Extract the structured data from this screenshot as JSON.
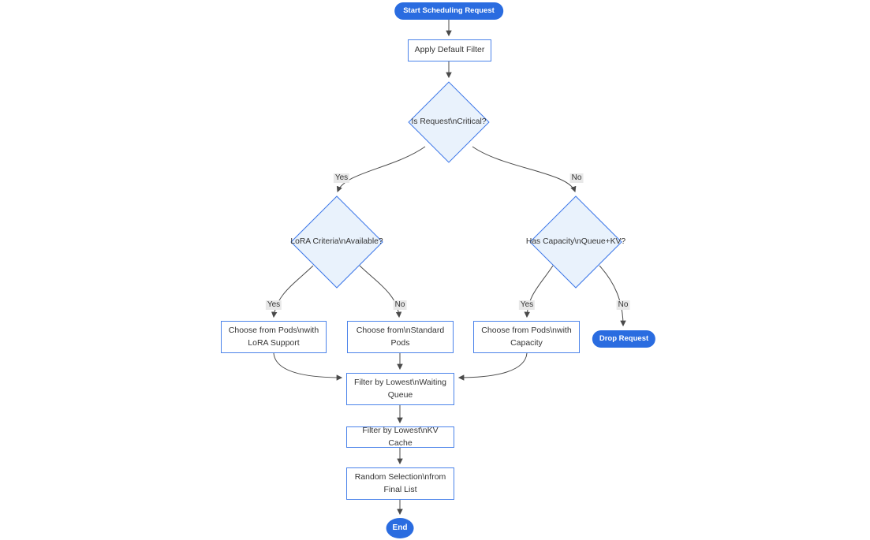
{
  "diagram": {
    "type": "flowchart",
    "direction": "top-down",
    "nodes": {
      "start": {
        "label": "Start Scheduling Request",
        "shape": "stadium"
      },
      "apply_default_filter": {
        "label": "Apply Default Filter",
        "shape": "rect"
      },
      "is_request_critical": {
        "label": "Is Request\\nCritical?",
        "shape": "diamond"
      },
      "lora_criteria_available": {
        "label": "LoRA Criteria\\nAvailable?",
        "shape": "diamond"
      },
      "has_capacity_queue_kv": {
        "label": "Has Capacity\\nQueue+KV?",
        "shape": "diamond"
      },
      "choose_lora_pods": {
        "label": "Choose from Pods\\nwith LoRA Support",
        "shape": "rect"
      },
      "choose_standard_pods": {
        "label": "Choose from\\nStandard Pods",
        "shape": "rect"
      },
      "choose_capacity_pods": {
        "label": "Choose from Pods\\nwith Capacity",
        "shape": "rect"
      },
      "drop_request": {
        "label": "Drop Request",
        "shape": "stadium"
      },
      "filter_waiting_queue": {
        "label": "Filter by Lowest\\nWaiting Queue",
        "shape": "rect"
      },
      "filter_kv_cache": {
        "label": "Filter by Lowest\\nKV Cache",
        "shape": "rect"
      },
      "random_selection": {
        "label": "Random Selection\\nfrom Final List",
        "shape": "rect"
      },
      "end": {
        "label": "End",
        "shape": "circle"
      }
    },
    "edges": [
      {
        "from": "start",
        "to": "apply_default_filter",
        "label": ""
      },
      {
        "from": "apply_default_filter",
        "to": "is_request_critical",
        "label": ""
      },
      {
        "from": "is_request_critical",
        "to": "lora_criteria_available",
        "label": "Yes"
      },
      {
        "from": "is_request_critical",
        "to": "has_capacity_queue_kv",
        "label": "No"
      },
      {
        "from": "lora_criteria_available",
        "to": "choose_lora_pods",
        "label": "Yes"
      },
      {
        "from": "lora_criteria_available",
        "to": "choose_standard_pods",
        "label": "No"
      },
      {
        "from": "has_capacity_queue_kv",
        "to": "choose_capacity_pods",
        "label": "Yes"
      },
      {
        "from": "has_capacity_queue_kv",
        "to": "drop_request",
        "label": "No"
      },
      {
        "from": "choose_lora_pods",
        "to": "filter_waiting_queue",
        "label": ""
      },
      {
        "from": "choose_standard_pods",
        "to": "filter_waiting_queue",
        "label": ""
      },
      {
        "from": "choose_capacity_pods",
        "to": "filter_waiting_queue",
        "label": ""
      },
      {
        "from": "filter_waiting_queue",
        "to": "filter_kv_cache",
        "label": ""
      },
      {
        "from": "filter_kv_cache",
        "to": "random_selection",
        "label": ""
      },
      {
        "from": "random_selection",
        "to": "end",
        "label": ""
      }
    ],
    "colors": {
      "node_fill": "#ffffff",
      "node_border": "#4b83ea",
      "decision_fill": "#e9f2fc",
      "decision_border": "#3b76e8",
      "terminal_fill": "#2a6ce0",
      "terminal_text": "#ffffff",
      "edge": "#4a4a4a",
      "edge_label_bg": "#e8e8e8",
      "text": "#333333"
    }
  }
}
